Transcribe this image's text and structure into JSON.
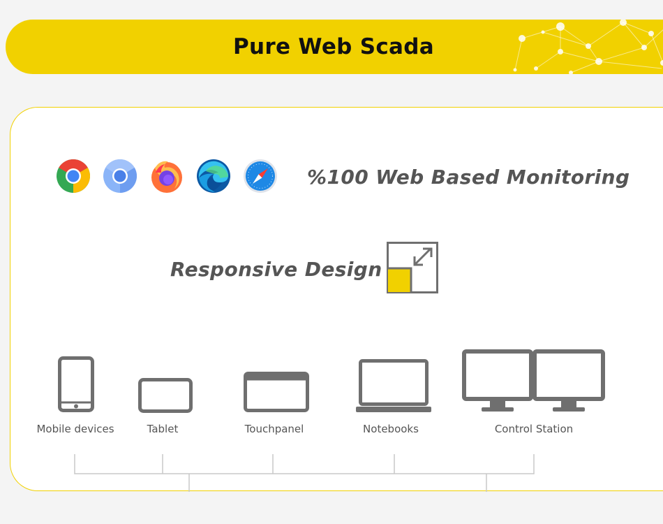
{
  "banner": {
    "title": "Pure Web Scada"
  },
  "browsers": [
    {
      "name": "chrome",
      "icon": "chrome-icon"
    },
    {
      "name": "chromium",
      "icon": "chromium-icon"
    },
    {
      "name": "firefox",
      "icon": "firefox-icon"
    },
    {
      "name": "edge",
      "icon": "edge-icon"
    },
    {
      "name": "safari",
      "icon": "safari-icon"
    }
  ],
  "features": {
    "web_based": "%100 Web Based Monitoring",
    "responsive": "Responsive Design"
  },
  "devices": [
    {
      "label": "Mobile devices",
      "icon": "smartphone-icon"
    },
    {
      "label": "Tablet",
      "icon": "tablet-icon"
    },
    {
      "label": "Touchpanel",
      "icon": "touchpanel-icon"
    },
    {
      "label": "Notebooks",
      "icon": "laptop-icon"
    },
    {
      "label": "Control Station",
      "icon": "dual-monitor-icon"
    }
  ],
  "colors": {
    "accent": "#f1d100",
    "icon_gray": "#6f6f6f",
    "text_gray": "#555555"
  }
}
